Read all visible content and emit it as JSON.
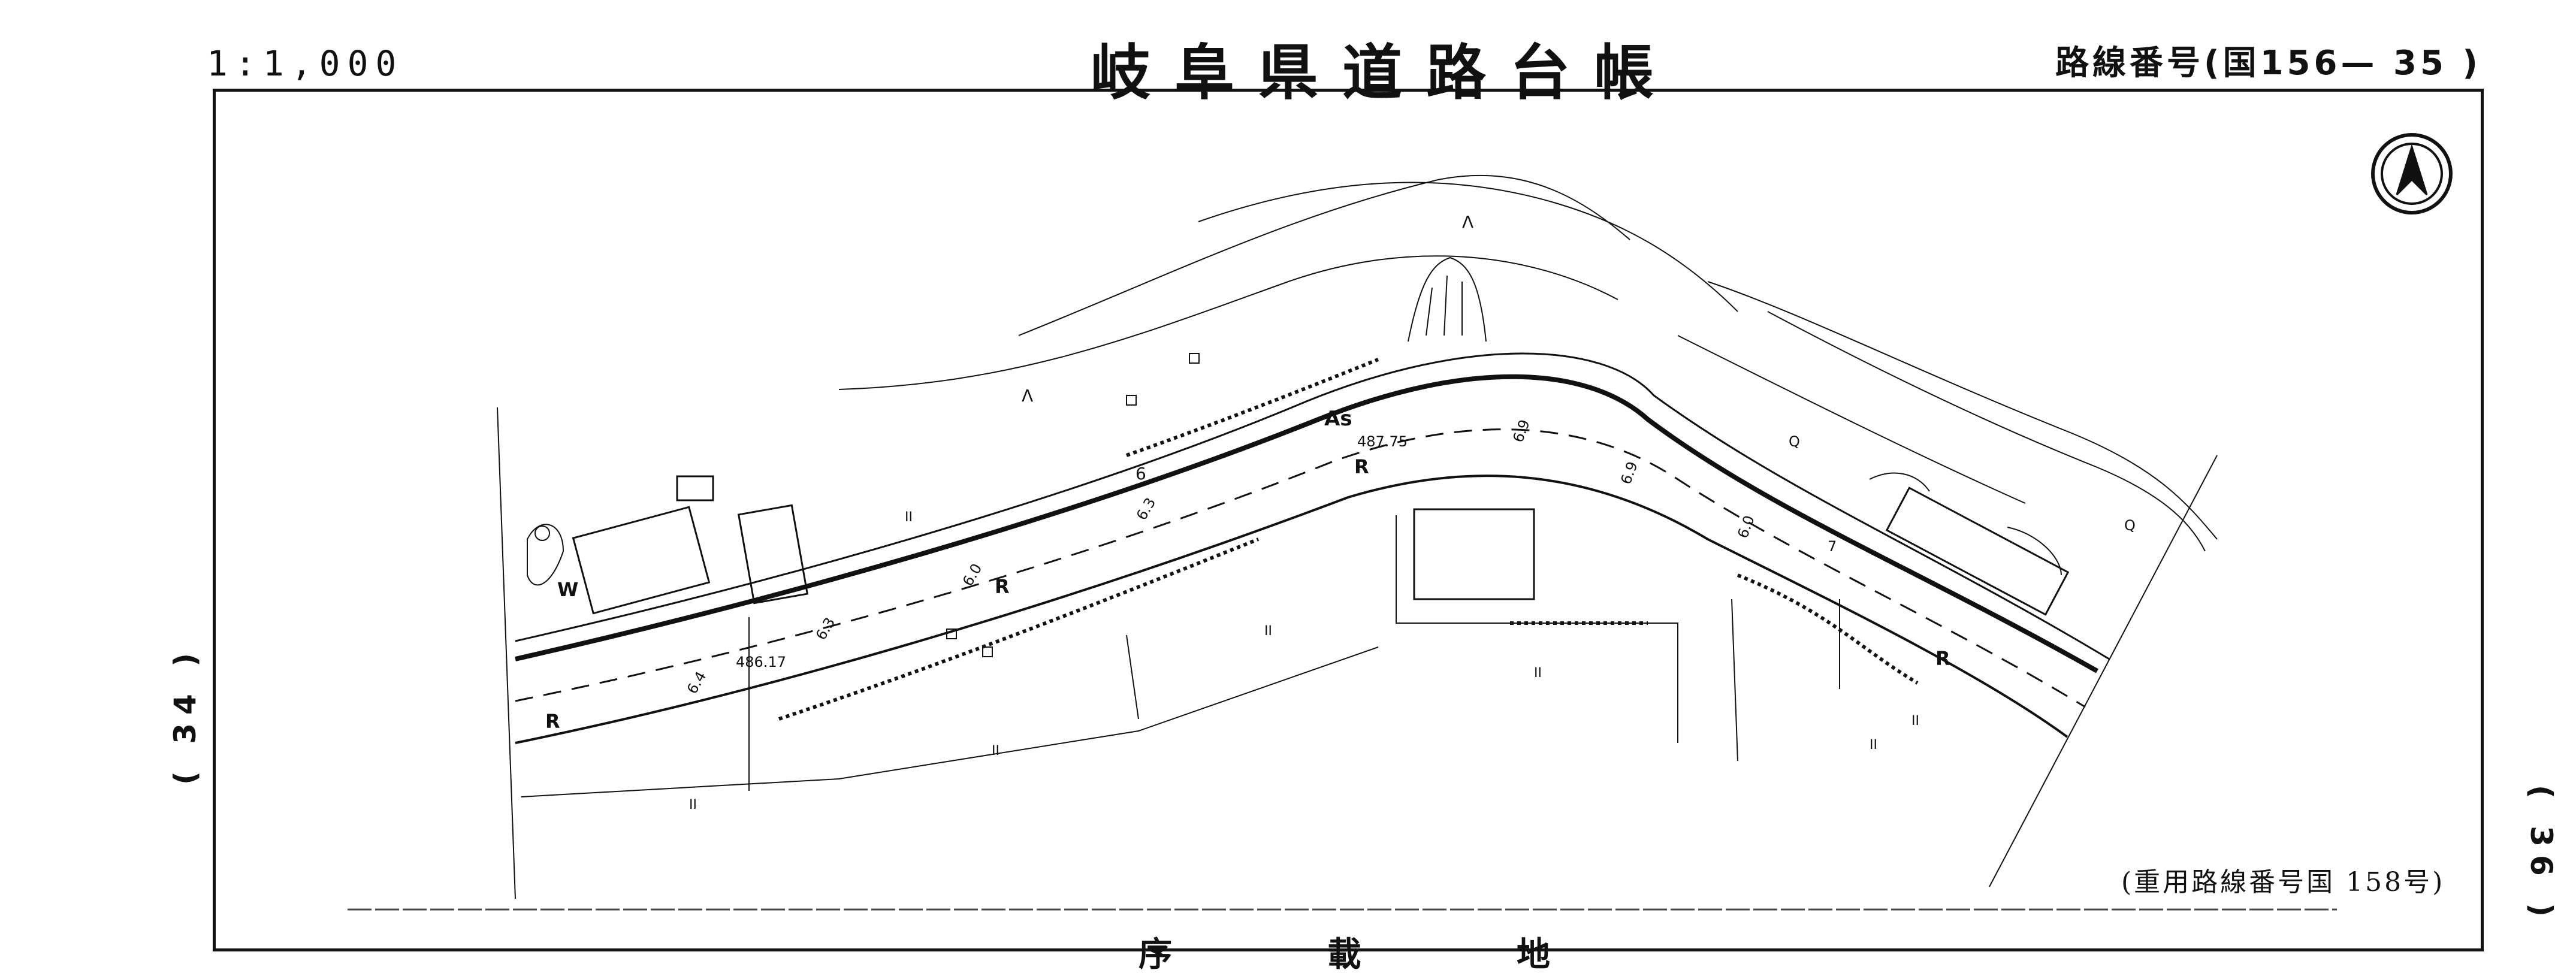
{
  "header": {
    "scale": "1:1,000",
    "title": "岐阜県道路台帳",
    "route_number": "路線番号(国156— 35 )"
  },
  "map": {
    "surface_label": "As",
    "elevation_1": "487.75",
    "elevation_2": "486.17",
    "widths": [
      "6.4",
      "6.3",
      "6.0",
      "6.3",
      "6",
      "6.9",
      "6.9",
      "6.0",
      "7"
    ],
    "marks": [
      "R",
      "R",
      "R",
      "R",
      "W",
      "Q",
      "Q",
      "Λ",
      "Λ"
    ],
    "field_marks": [
      "II",
      "II",
      "II",
      "II",
      "II",
      "II",
      "II"
    ],
    "shared_route": "(重用路線番号国 158号)"
  },
  "margins": {
    "prev_sheet": "( 34 )",
    "next_sheet": "( 36 )",
    "bottom_partial": "序 載 地"
  },
  "icons": {
    "north_arrow": "north-arrow-icon"
  }
}
